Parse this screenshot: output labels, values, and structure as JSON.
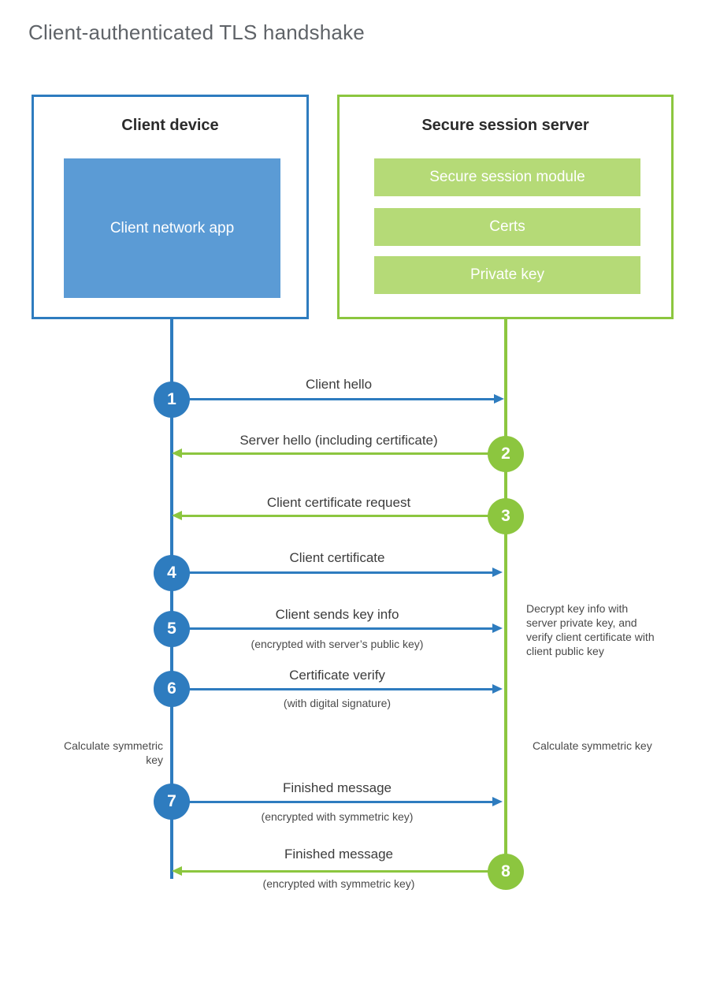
{
  "title": "Client-authenticated TLS handshake",
  "participants": {
    "client": {
      "title": "Client device",
      "block": "Client network app",
      "accent": "#2E7CBF",
      "block_fill": "#5B9BD5"
    },
    "server": {
      "title": "Secure session server",
      "blocks": [
        "Secure session module",
        "Certs",
        "Private key"
      ],
      "accent": "#8CC63F",
      "block_fill": "#B5DA77"
    }
  },
  "messages": [
    {
      "step": "1",
      "label": "Client hello",
      "sublabel": "",
      "direction": "client-to-server",
      "color": "#2E7CBF"
    },
    {
      "step": "2",
      "label": "Server hello (including certificate)",
      "sublabel": "",
      "direction": "server-to-client",
      "color": "#8CC63F"
    },
    {
      "step": "3",
      "label": "Client certificate request",
      "sublabel": "",
      "direction": "server-to-client",
      "color": "#8CC63F"
    },
    {
      "step": "4",
      "label": "Client certificate",
      "sublabel": "",
      "direction": "client-to-server",
      "color": "#2E7CBF"
    },
    {
      "step": "5",
      "label": "Client sends key info",
      "sublabel": "(encrypted with server’s public key)",
      "direction": "client-to-server",
      "color": "#2E7CBF"
    },
    {
      "step": "6",
      "label": "Certificate verify",
      "sublabel": "(with digital signature)",
      "direction": "client-to-server",
      "color": "#2E7CBF"
    },
    {
      "step": "7",
      "label": "Finished message",
      "sublabel": "(encrypted with symmetric key)",
      "direction": "client-to-server",
      "color": "#2E7CBF"
    },
    {
      "step": "8",
      "label": "Finished message",
      "sublabel": "(encrypted with symmetric key)",
      "direction": "server-to-client",
      "color": "#8CC63F"
    }
  ],
  "annotations": {
    "server_decrypt": "Decrypt key info with server private key, and verify client certificate with client public key",
    "client_calculate": "Calculate symmetric key",
    "server_calculate": "Calculate symmetric key"
  }
}
